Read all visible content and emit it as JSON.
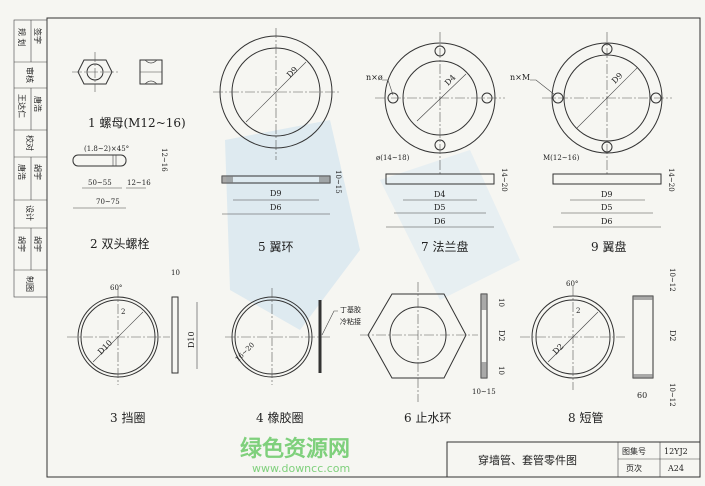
{
  "sidebar": {
    "rows": [
      {
        "label": "规 划",
        "value": "签字"
      },
      {
        "label": "审核",
        "value": ""
      },
      {
        "label": "王达仁",
        "value": "唐浩"
      },
      {
        "label": "校对",
        "value": ""
      },
      {
        "label": "唐浩",
        "value": "胡宇"
      },
      {
        "label": "设计",
        "value": ""
      },
      {
        "label": "胡宇",
        "value": "胡宇"
      },
      {
        "label": "制图",
        "value": ""
      }
    ]
  },
  "parts": {
    "p1": "1  螺母(M12~16)",
    "p2": "2  双头螺栓",
    "p3": "3  挡圈",
    "p4": "4 橡胶圈",
    "p5": "5  翼环",
    "p6": "6  止水环",
    "p7": "7  法兰盘",
    "p8": "8  短管",
    "p9": "9  翼盘"
  },
  "dims": {
    "chamfer": "(1.8~2)×45°",
    "b1": "50~55",
    "b2": "12~16",
    "b3": "70~75",
    "b4": "12~16",
    "d9": "D9",
    "d6": "D6",
    "d4": "D4",
    "d5": "D5",
    "d10": "D10",
    "d2": "D2",
    "t5": "10~15",
    "t7": "14~20",
    "t9": "14~20",
    "nx": "n×ø",
    "nm": "n×M",
    "hole7": "ø(14~18)",
    "hole9": "M(12~16)",
    "ang": "60°",
    "two": "2",
    "ten": "10",
    "r4": "16~20",
    "w6": "10~15",
    "w8": "60",
    "e8": "10~12",
    "rubber1": "丁基胶",
    "rubber2": "冷粘接"
  },
  "title_block": {
    "title": "穿墙管、套管零件图",
    "atlas_label": "图集号",
    "atlas_value": "12YJ2",
    "page_label": "页次",
    "page_value": "A24"
  },
  "watermark": {
    "text": "绿色资源网",
    "url": "www.downcc.com"
  }
}
